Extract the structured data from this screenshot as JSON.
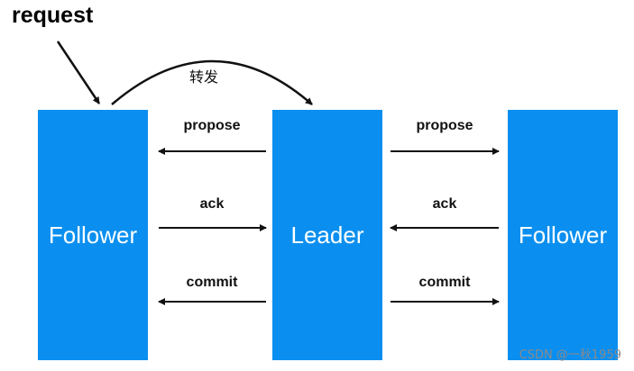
{
  "colors": {
    "node_fill": "#0a8ff0",
    "node_text": "#ffffff",
    "arrow": "#111111"
  },
  "title": "request",
  "forward_label": "转发",
  "nodes": {
    "left": "Follower",
    "center": "Leader",
    "right": "Follower"
  },
  "messages": {
    "left_propose": "propose",
    "left_ack": "ack",
    "left_commit": "commit",
    "right_propose": "propose",
    "right_ack": "ack",
    "right_commit": "commit"
  },
  "watermark": "CSDN @一秋1959"
}
